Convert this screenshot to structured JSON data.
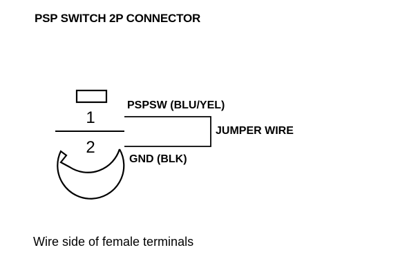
{
  "diagram": {
    "title": "PSP SWITCH 2P CONNECTOR",
    "connector": {
      "pins": [
        {
          "number": "1",
          "label": "PSPSW (BLU/YEL)"
        },
        {
          "number": "2",
          "label": "GND (BLK)"
        }
      ]
    },
    "jumper_label": "JUMPER WIRE",
    "caption": "Wire side of female terminals"
  }
}
